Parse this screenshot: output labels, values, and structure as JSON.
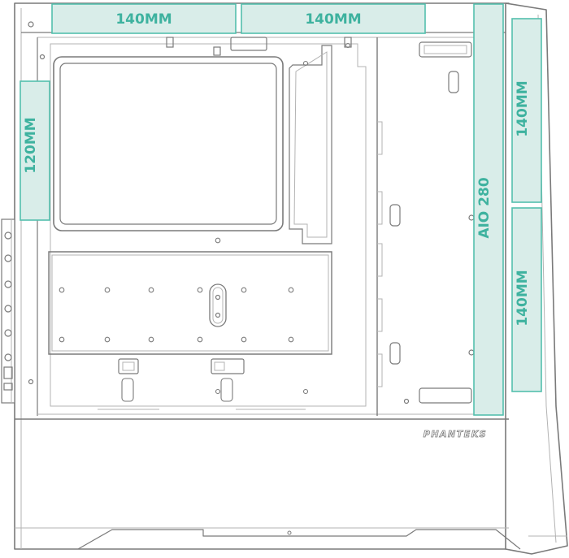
{
  "colors": {
    "slot_fill": "#d9ede9",
    "slot_stroke": "#54bfad",
    "slot_text": "#3eb29f",
    "line": "#7a7a7a",
    "line_light": "#b3b3b3",
    "case_fill": "#ffffff"
  },
  "slots": {
    "top_front": "140MM",
    "top_rear": "140MM",
    "rear": "120MM",
    "side_radiator": "AIO 280",
    "front_upper": "140MM",
    "front_lower": "140MM"
  },
  "brand": "PHANTEKS"
}
